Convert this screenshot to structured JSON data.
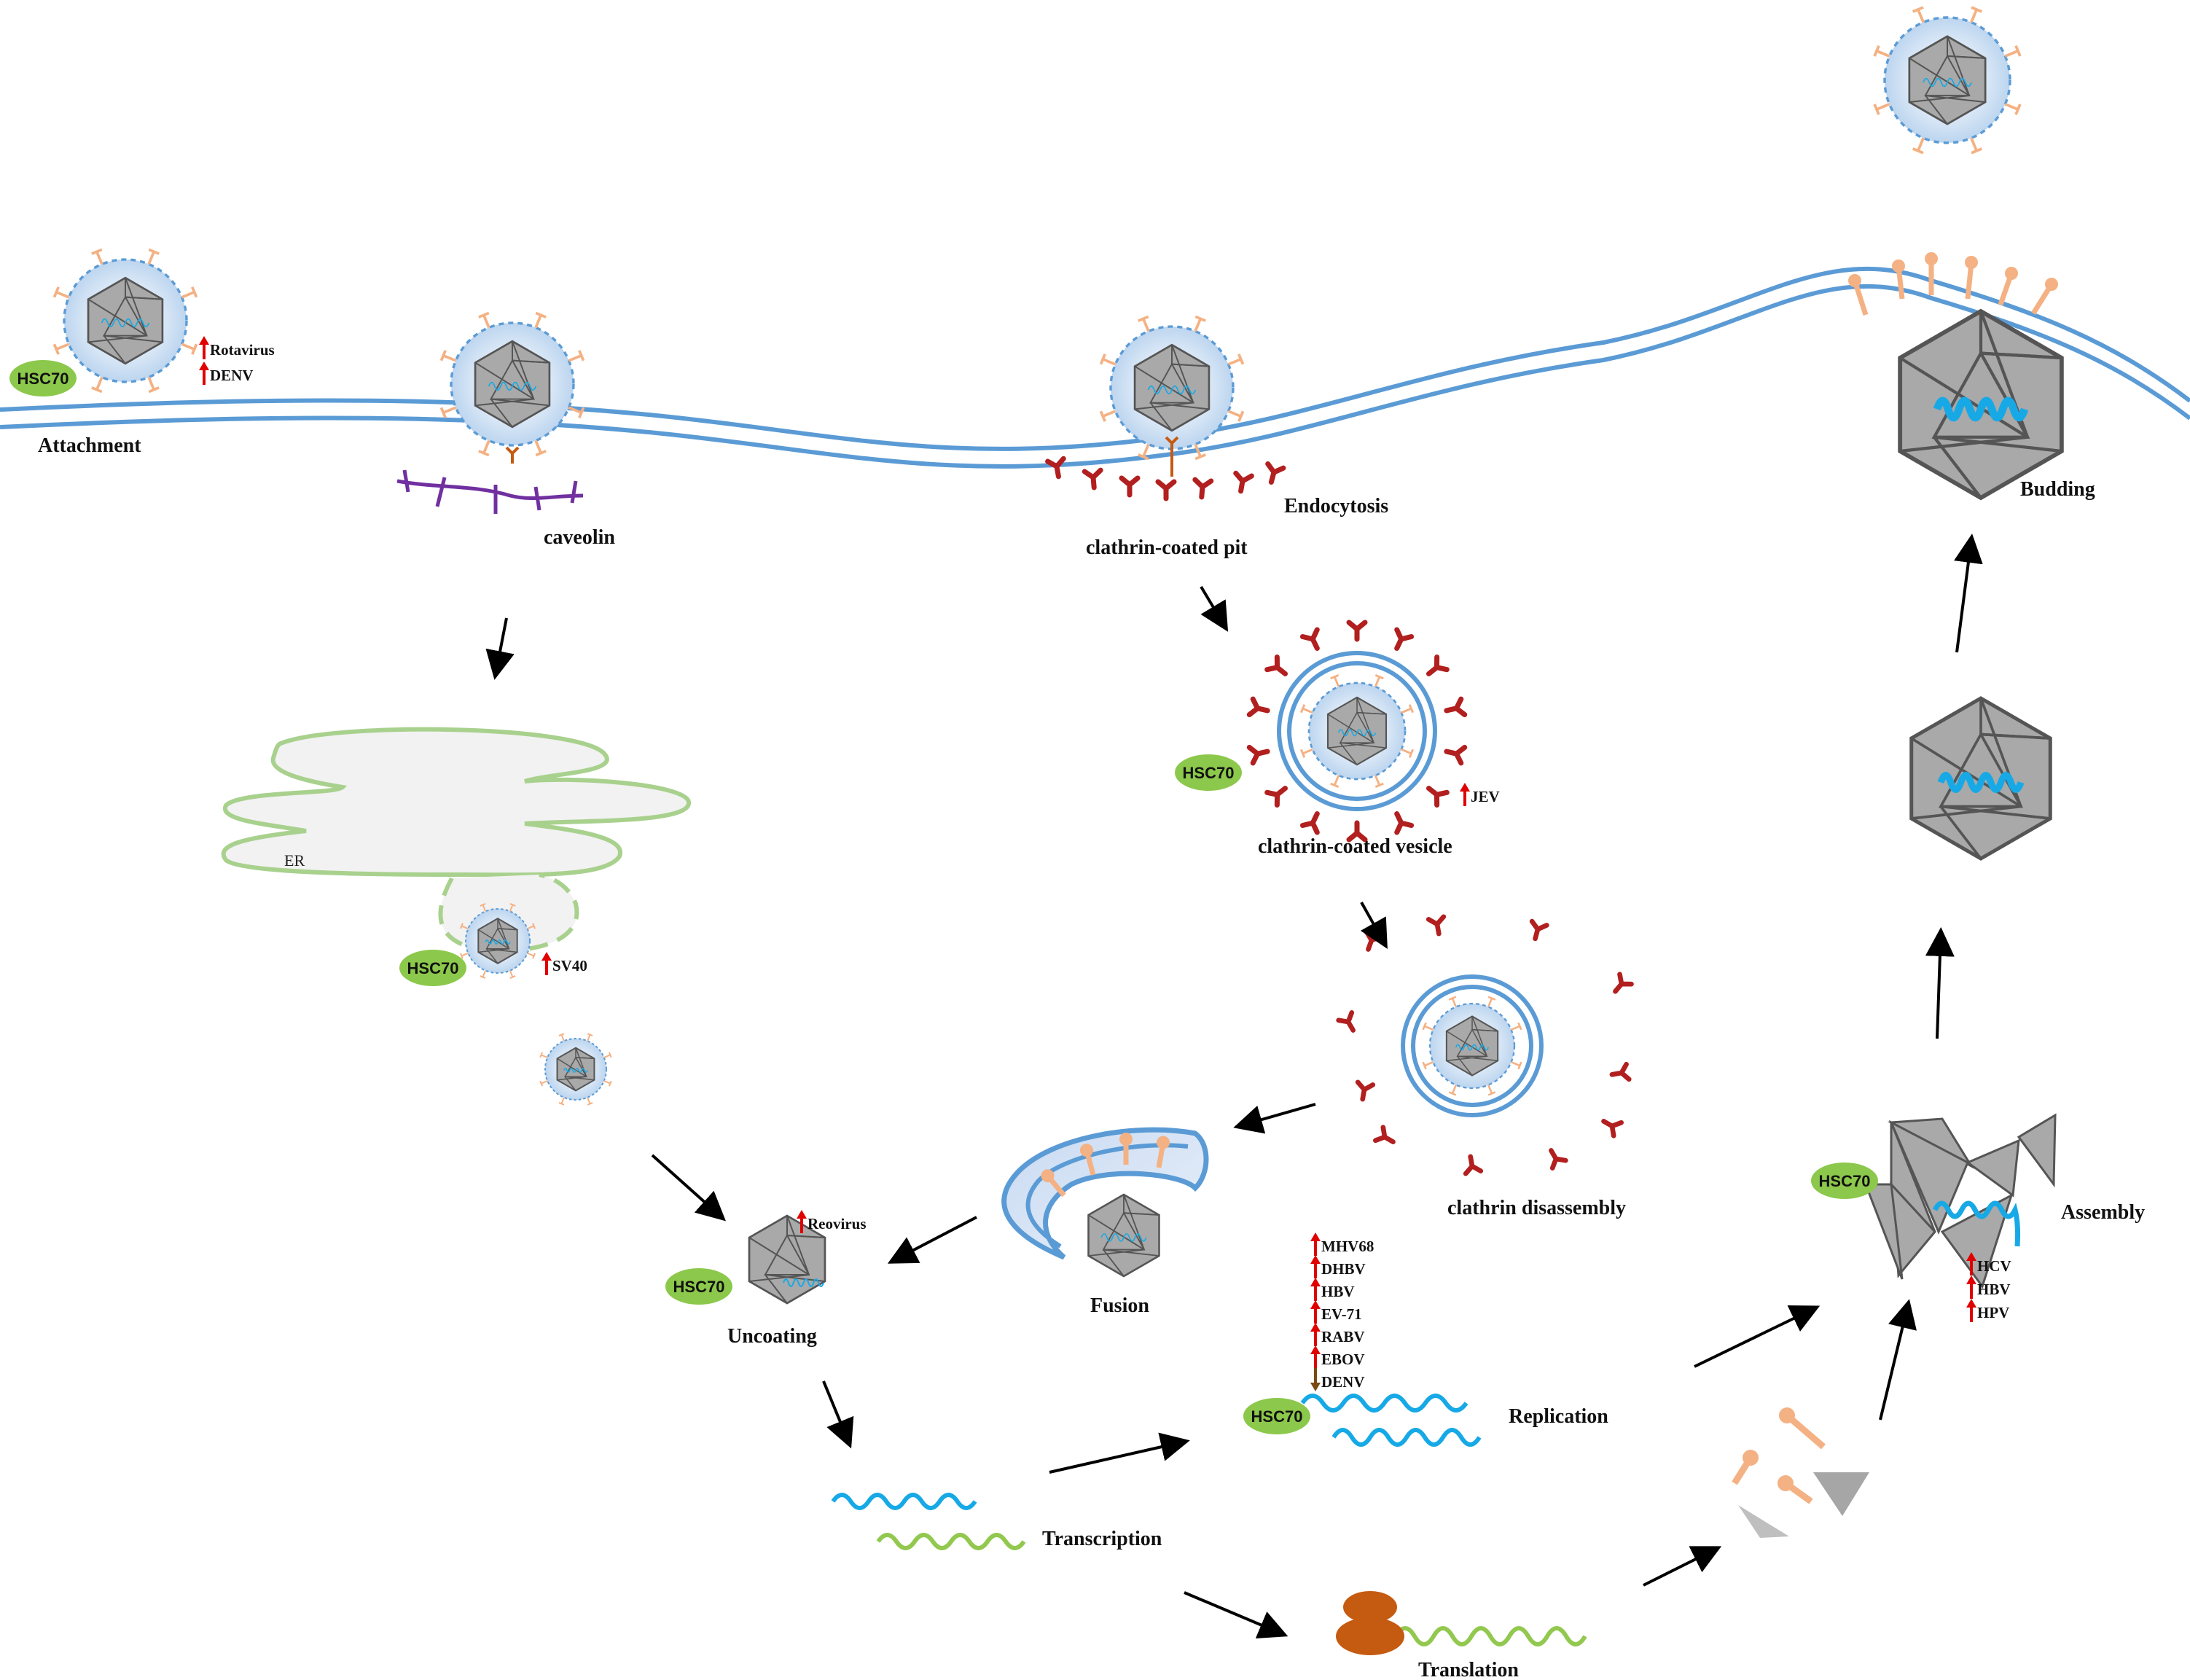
{
  "colors": {
    "membrane": "#5b9bd5",
    "rna_blue": "#17a9e6",
    "rna_green": "#92c84f",
    "hsc70": "#8cc84b",
    "capsid_gray": "#a9a9a9",
    "spike": "#f4b183",
    "clathrin": "#b21f1f",
    "caveolin": "#7030a0",
    "ribosome": "#c55a11",
    "up_arrow": "#e00000",
    "down_arrow": "#7b4a12",
    "er_outline": "#a9d18e"
  },
  "labels": {
    "attachment": "Attachment",
    "caveolin": "caveolin",
    "endocytosis": "Endocytosis",
    "clathrin_pit": "clathrin-coated pit",
    "clathrin_vesicle": "clathrin-coated vesicle",
    "clathrin_disassembly": "clathrin disassembly",
    "er": "ER",
    "fusion": "Fusion",
    "uncoating": "Uncoating",
    "transcription": "Transcription",
    "translation": "Translation",
    "replication": "Replication",
    "assembly": "Assembly",
    "budding": "Budding"
  },
  "hsc70_label": "HSC70",
  "virus_lists": {
    "attachment": [
      {
        "name": "Rotavirus",
        "dir": "up"
      },
      {
        "name": "DENV",
        "dir": "up"
      }
    ],
    "sv40": [
      {
        "name": "SV40",
        "dir": "up"
      }
    ],
    "jev": [
      {
        "name": "JEV",
        "dir": "up"
      }
    ],
    "reovirus": [
      {
        "name": "Reovirus",
        "dir": "up"
      }
    ],
    "replication": [
      {
        "name": "MHV68",
        "dir": "up"
      },
      {
        "name": "DHBV",
        "dir": "up"
      },
      {
        "name": "HBV",
        "dir": "up"
      },
      {
        "name": "EV-71",
        "dir": "up"
      },
      {
        "name": "RABV",
        "dir": "up"
      },
      {
        "name": "EBOV",
        "dir": "up"
      },
      {
        "name": "DENV",
        "dir": "down"
      }
    ],
    "assembly": [
      {
        "name": "HCV",
        "dir": "up"
      },
      {
        "name": "HBV",
        "dir": "up"
      },
      {
        "name": "HPV",
        "dir": "up"
      }
    ]
  }
}
